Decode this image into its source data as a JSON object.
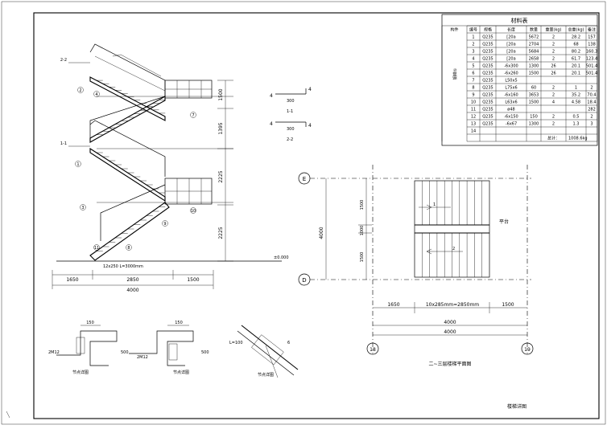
{
  "title_block": {
    "drawing_name": "楼梯详图"
  },
  "material_table": {
    "title": "材料表",
    "headers": [
      "构件",
      "编号",
      "规格",
      "长度",
      "数量",
      "重量(kg)",
      "总重(kg)",
      "备注"
    ],
    "group_label": "钢梯①",
    "rows": [
      [
        "1",
        "Q235",
        "[20a",
        "5672",
        "2",
        "28.2",
        "157",
        ""
      ],
      [
        "2",
        "Q235",
        "[20a",
        "2704",
        "2",
        "68",
        "138",
        ""
      ],
      [
        "3",
        "Q235",
        "[20a",
        "5684",
        "2",
        "80.2",
        "160.3",
        ""
      ],
      [
        "4",
        "Q235",
        "[20a",
        "2658",
        "2",
        "61.7",
        "123.4",
        ""
      ],
      [
        "5",
        "Q235",
        "-6x300",
        "1300",
        "26",
        "20.1",
        "501.4",
        ""
      ],
      [
        "6",
        "Q235",
        "-6x260",
        "1500",
        "26",
        "20.1",
        "501.4",
        ""
      ],
      [
        "7",
        "Q235",
        "L50x5",
        "",
        "",
        "",
        "",
        ""
      ],
      [
        "8",
        "Q235",
        "L75x6",
        "60",
        "2",
        "1",
        "2",
        ""
      ],
      [
        "9",
        "Q235",
        "-6x160",
        "3653",
        "2",
        "35.2",
        "70.4",
        ""
      ],
      [
        "10",
        "Q235",
        "L63x6",
        "1500",
        "4",
        "4.58",
        "18.4",
        ""
      ],
      [
        "11",
        "Q235",
        "ø48",
        "",
        "",
        "",
        "282",
        ""
      ],
      [
        "12",
        "Q235",
        "-6x150",
        "150",
        "2",
        "0.5",
        "2",
        ""
      ],
      [
        "13",
        "Q235",
        "-6x67",
        "1300",
        "2",
        "1.3",
        "3",
        ""
      ],
      [
        "14",
        "",
        "",
        "",
        "",
        "",
        "",
        ""
      ]
    ],
    "total_label": "总计：",
    "total_value": "1008.6kg"
  },
  "elevation": {
    "right_dims": [
      "1500",
      "1395",
      "2225",
      "2225"
    ],
    "bottom_dims": [
      "1650",
      "2850",
      "1500"
    ],
    "total_dim": "4000",
    "step_note": "12x250 L=3000mm",
    "floor_label": "±0.000",
    "leader_labels": [
      "2-2",
      "1-1"
    ],
    "part_refs": [
      "2",
      "4",
      "7",
      "1",
      "3",
      "10",
      "9",
      "11",
      "8"
    ]
  },
  "section_marks": [
    {
      "label": "1-1",
      "dim": "300",
      "weld": "4"
    },
    {
      "label": "2-2",
      "dim": "300",
      "weld": "4"
    }
  ],
  "plan": {
    "grid_top": "E",
    "grid_bottom": "D",
    "grid_left": "18",
    "grid_right": "19",
    "left_total": "4000",
    "left_dims": [
      "1500",
      "1000",
      "1500"
    ],
    "landing_label": "平台",
    "arrow_labels": [
      "1",
      "2"
    ],
    "bottom_dims": [
      "1650",
      "10x285mm=2850mm",
      "1500"
    ],
    "total_dims": [
      "4000",
      "4000"
    ],
    "caption": "二~三层楼梯平面图"
  },
  "details": {
    "detail1_label": "节点详图",
    "detail2_label": "节点详图",
    "detail3_label": "节点详图",
    "dims": [
      "150",
      "500",
      "500"
    ],
    "anchor": "2M12",
    "note_a": "L=100",
    "weld": "6"
  }
}
